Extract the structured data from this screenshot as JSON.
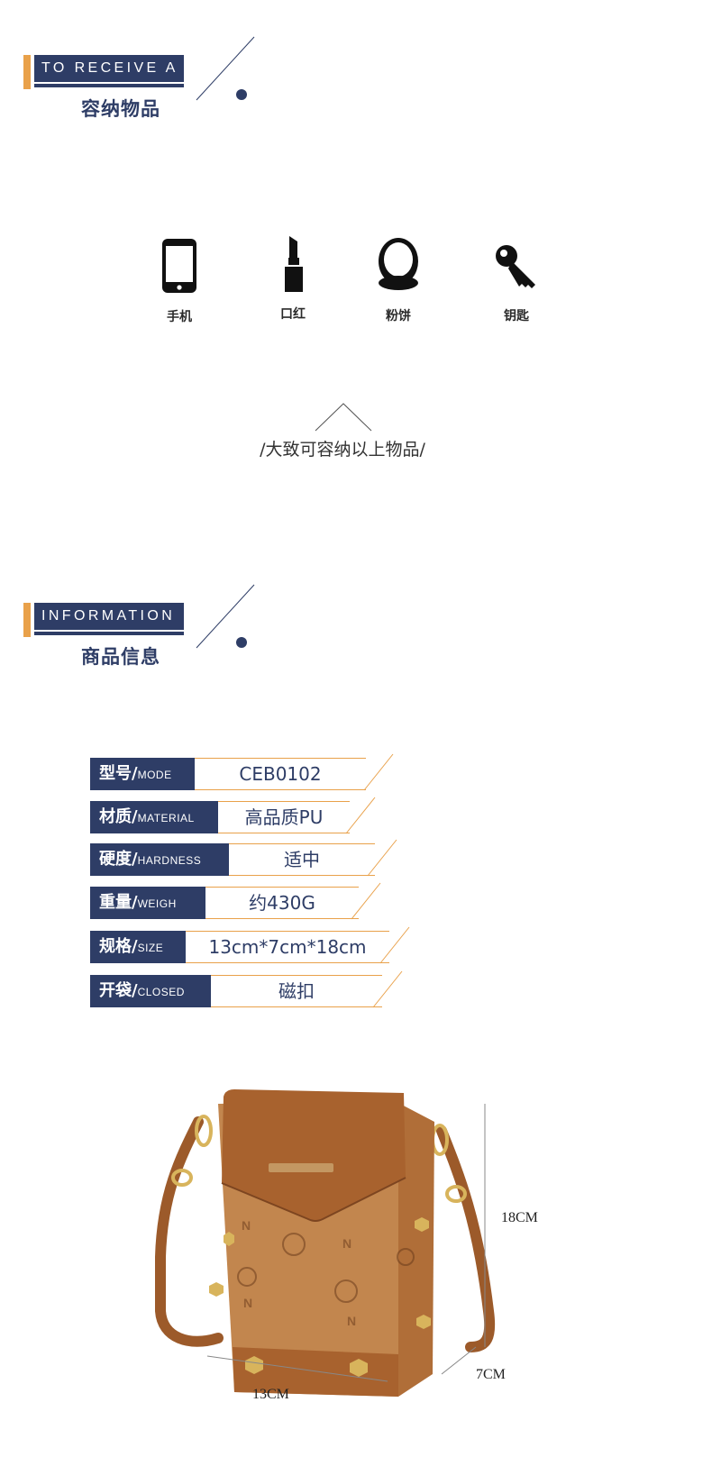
{
  "section1": {
    "en_label": "TO RECEIVE A",
    "title": "容纳物品"
  },
  "items": [
    {
      "icon": "phone-icon",
      "label": "手机"
    },
    {
      "icon": "lipstick-icon",
      "label": "口红"
    },
    {
      "icon": "compact-icon",
      "label": "粉饼"
    },
    {
      "icon": "key-icon",
      "label": "钥匙"
    }
  ],
  "capacity_note": "/大致可容纳以上物品/",
  "section2": {
    "en_label": "INFORMATION",
    "title": "商品信息"
  },
  "specs": [
    {
      "zh": "型号/",
      "en": "MODE",
      "value": "CEB0102"
    },
    {
      "zh": "材质/",
      "en": "MATERIAL",
      "value": "高品质PU"
    },
    {
      "zh": "硬度/",
      "en": "HARDNESS",
      "value": "适中"
    },
    {
      "zh": "重量/",
      "en": "WEIGH",
      "value": "约430G"
    },
    {
      "zh": "规格/",
      "en": "SIZE",
      "value": "13cm*7cm*18cm"
    },
    {
      "zh": "开袋/",
      "en": "CLOSED",
      "value": "磁扣"
    }
  ],
  "dimensions": {
    "height": "18CM",
    "depth": "7CM",
    "width": "13CM"
  },
  "colors": {
    "navy": "#2e3d66",
    "accent_orange": "#e9a14a",
    "bag_leather": "#a8622e",
    "bag_print": "#c2864e"
  }
}
